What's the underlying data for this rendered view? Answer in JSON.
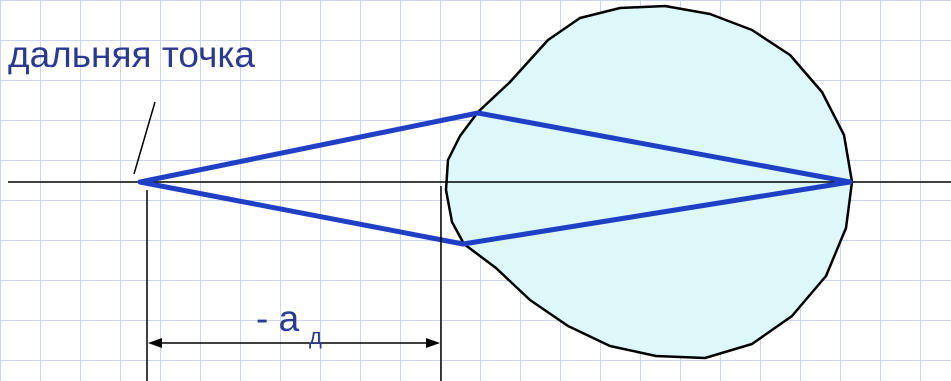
{
  "labels": {
    "far_point": "дальняя точка",
    "distance_main": "- a",
    "distance_subscript": "д"
  },
  "colors": {
    "text": "#2a3a8f",
    "ray": "#1f3fc4",
    "eye_fill": "#dcf8f9",
    "outline": "#000000",
    "grid": "#c9d5ea"
  }
}
